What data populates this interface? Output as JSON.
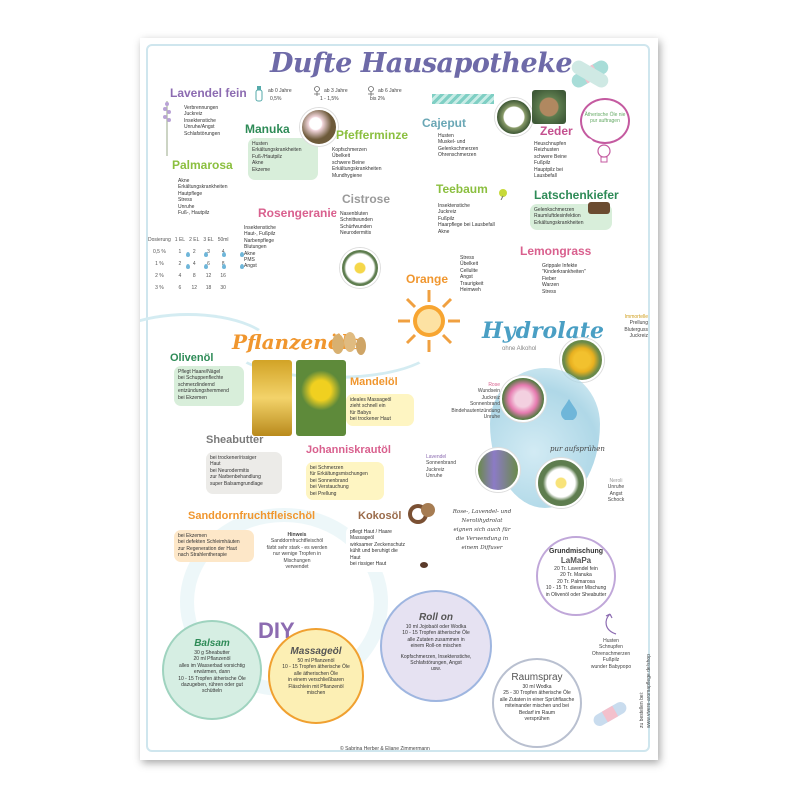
{
  "title": "Dufte Hausapotheke",
  "age_legend": [
    {
      "label": "ab 0 Jahre",
      "value": "0,5%"
    },
    {
      "label": "ab 3 Jahre",
      "value": "1 - 1,5%"
    },
    {
      "label": "ab 6 Jahre",
      "value": "bis 2%"
    }
  ],
  "note_bubble": "Ätherische Öle nie pur auftragen",
  "oils": {
    "lavendel": {
      "name": "Lavendel fein",
      "items": [
        "Verbrennungen",
        "Juckreiz",
        "Insektenstiche",
        "Unruhe/Angst",
        "Schlafstörungen"
      ]
    },
    "manuka": {
      "name": "Manuka",
      "items": [
        "Husten",
        "Erkältungskrankheiten",
        "Fuß-/Hautpilz",
        "Akne",
        "Ekzeme"
      ]
    },
    "pfefferminze": {
      "name": "Pfefferminze",
      "items": [
        "Kopfschmerzen",
        "Übelkeit",
        "schwere Beine",
        "Erkältungskrankheiten",
        "Mundhygiene"
      ]
    },
    "cajeput": {
      "name": "Cajeput",
      "items": [
        "Husten",
        "Muskel- und",
        "Gelenkschmerzen",
        "Ohrenschmerzen"
      ]
    },
    "zeder": {
      "name": "Zeder",
      "items": [
        "Heuschnupfen",
        "Reizhusten",
        "schwere Beine",
        "Fußpilz",
        "Hauptpilz bei",
        "Lausbefall"
      ]
    },
    "palmarosa": {
      "name": "Palmarosa",
      "items": [
        "Akne",
        "Erkältungskrankheiten",
        "Hautpflege",
        "Stress",
        "Unruhe",
        "Fuß-, Hautpilz"
      ]
    },
    "rosengeranie": {
      "name": "Rosengeranie",
      "items": [
        "Insektenstiche",
        "Haut-, Fußpilz",
        "Narbenpflege",
        "Blutungen",
        "Akne",
        "PMS",
        "Angst"
      ]
    },
    "cistrose": {
      "name": "Cistrose",
      "items": [
        "Nasenbluten",
        "Schnittwunden",
        "Schürfwunden",
        "Neurodermitis"
      ]
    },
    "teebaum": {
      "name": "Teebaum",
      "items": [
        "Insektenstiche",
        "Juckreiz",
        "Fußpilz",
        "Haarpflege bei Lausbefall",
        "Akne"
      ]
    },
    "latschenkiefer": {
      "name": "Latschenkiefer",
      "items": [
        "Gelenkschmerzen",
        "Raumluftdesinfektion",
        "Erkältungskrankheiten"
      ]
    },
    "orange": {
      "name": "Orange",
      "items": [
        "Stress",
        "Übelkeit",
        "Cellulite",
        "Angst",
        "Traurigkeit",
        "Heimweh"
      ]
    },
    "lemongrass": {
      "name": "Lemongrass",
      "items": [
        "Grippale Infekte",
        "\"Kinderkrankheiten\"",
        "Fieber",
        "Warzen",
        "Stress"
      ]
    }
  },
  "dose_table": {
    "headers": [
      "Dosierung",
      "1 EL",
      "2 EL",
      "3 EL",
      "50ml"
    ],
    "rows": [
      {
        "pct": "0,5 %",
        "values": [
          "1",
          "2",
          "3",
          "4"
        ]
      },
      {
        "pct": "1 %",
        "values": [
          "2",
          "4",
          "6",
          "8"
        ]
      },
      {
        "pct": "2 %",
        "values": [
          "4",
          "8",
          "12",
          "16"
        ]
      },
      {
        "pct": "3 %",
        "values": [
          "6",
          "12",
          "18",
          "30"
        ]
      }
    ]
  },
  "pflanzenoele": {
    "title": "Pflanzenöle",
    "olivenoel": {
      "name": "Olivenöl",
      "items": [
        "Pflegt Haare/Nägel",
        "bei Schuppenflechte",
        "schmerzlindernd",
        "entzündungshemmend",
        "bei Ekzemen"
      ]
    },
    "mandeloel": {
      "name": "Mandelöl",
      "items": [
        "ideales Massageöl",
        "zieht schnell ein",
        "für Babys",
        "bei trockener Haut"
      ]
    },
    "sheabutter": {
      "name": "Sheabutter",
      "items": [
        "bei trockener/rissiger",
        "Haut",
        "bei Neurodermitis",
        "zur Narbenbehandlung",
        "super Balsamgrundlage"
      ]
    },
    "johanniskraut": {
      "name": "Johanniskrautöl",
      "items": [
        "bei Schmerzen",
        "für Erkältungsmischungen",
        "bei Sonnenbrand",
        "bei Verstauchung",
        "bei Prellung"
      ]
    },
    "sanddorn": {
      "name": "Sanddornfruchtfleischöl",
      "items": [
        "bei Ekzemen",
        "bei defekten Schleimhäuten",
        "zur Regeneration der Haut",
        "nach Strahlentherapie"
      ]
    },
    "hinweis": {
      "label": "Hinweis",
      "lines": [
        "Sanddornfruchtfleischöl",
        "färbt sehr stark - es werden",
        "nur wenige Tropfen in",
        "Mischungen",
        "verwendet"
      ]
    },
    "kokosoel": {
      "name": "Kokosöl",
      "items": [
        "pflegt Haut / Haare",
        "Massageöl",
        "wirksamer Zeckenschutz",
        "kühlt und beruhigt die",
        "Haut",
        "bei rissiger Haut"
      ]
    }
  },
  "hydrolate": {
    "title": "Hydrolate",
    "subtitle": "ohne Alkohol",
    "immortelle": {
      "name": "Immortelle",
      "items": [
        "Prellung",
        "Bluterguss",
        "Juckreiz"
      ]
    },
    "rose": {
      "name": "Rose",
      "items": [
        "Wundsein",
        "Juckreiz",
        "Sonnenbrand",
        "Bindehautentzündung",
        "Unruhe"
      ]
    },
    "lavendel": {
      "name": "Lavendel",
      "items": [
        "Sonnenbrand",
        "Juckreiz",
        "Unruhe"
      ]
    },
    "neroli": {
      "name": "Neroli",
      "items": [
        "Unruhe",
        "Angst",
        "Schock"
      ]
    },
    "spray_note": "pur aufsprühen",
    "diffuser_note": [
      "Rose-, Lavendel- und",
      "Nerolihydrolat",
      "eignen sich auch für",
      "die Verwendung in",
      "einem Diffuser"
    ]
  },
  "grundmischung": {
    "title": "Grundmischung",
    "subtitle": "LaMaPa",
    "lines": [
      "20 Tr. Lavendel fein",
      "20 Tr. Manuka",
      "20 Tr. Palmarosa",
      "10 - 15 Tr. dieser Mischung",
      "in Olivenöl oder Sheabutter"
    ],
    "uses": [
      "Husten",
      "Schnupfen",
      "Ohrenschmerzen",
      "Fußpilz",
      "wunder Babypopo"
    ]
  },
  "diy": {
    "title": "DIY",
    "balsam": {
      "title": "Balsam",
      "lines": [
        "30 g Sheabutter",
        "20 ml Pflanzenöl",
        "alles im Wasserbad vorsichtig",
        "erwärmen, dann",
        "10 - 15 Tropfen ätherische Öle",
        "dazugeben, rühren oder gut",
        "schütteln"
      ]
    },
    "massageoel": {
      "title": "Massageöl",
      "lines": [
        "50 ml Pflanzenöl",
        "10 - 15 Tropfen ätherische Öle",
        "alle ätherischen Öle",
        "in einem verschließbaren",
        "Fläschlein mit Pflanzenöl",
        "mischen"
      ]
    },
    "rollon": {
      "title": "Roll on",
      "lines": [
        "10 ml Jojobaöl oder Wodka",
        "10 - 15 Tropfen ätherische Öle",
        "alle Zutaten zusammen in",
        "einem Roll-on mischen"
      ],
      "uses": [
        "Kopfschmerzen, Insektenstiche,",
        "Schlafstörungen, Angst",
        "usw."
      ]
    },
    "raumspray": {
      "title": "Raumspray",
      "lines": [
        "30 ml Wodka",
        "25 - 30 Tropfen ätherische Öle",
        "alle Zutaten in einer Sprühflasche",
        "miteinander mischen und bei",
        "Bedarf im Raum",
        "versprühen"
      ]
    }
  },
  "side_text": [
    "zu bestellen bei:",
    "www.vivere-aromapflege.de/shop"
  ],
  "copyright": "© Sabrina Herber & Eliane Zimmermann"
}
